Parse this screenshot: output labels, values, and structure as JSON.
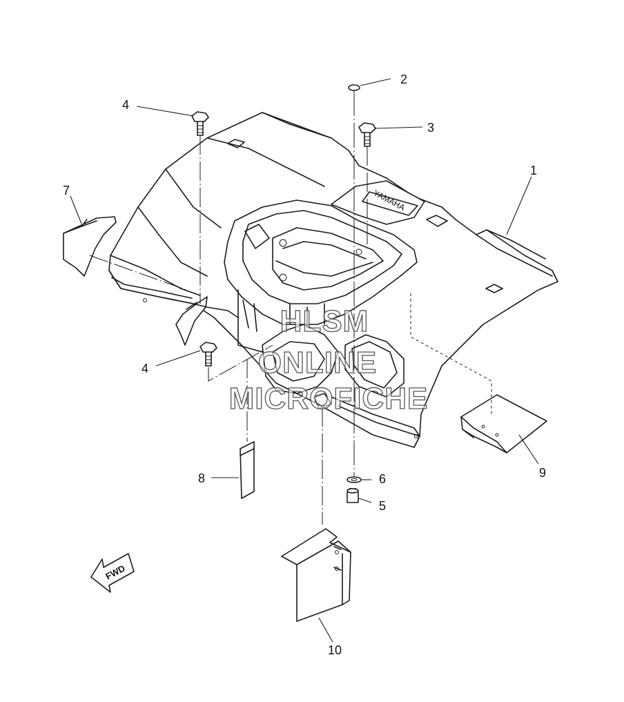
{
  "diagram": {
    "parts": [
      {
        "id": "1",
        "label": "1"
      },
      {
        "id": "2",
        "label": "2"
      },
      {
        "id": "3",
        "label": "3"
      },
      {
        "id": "4a",
        "label": "4"
      },
      {
        "id": "4b",
        "label": "4"
      },
      {
        "id": "5",
        "label": "5"
      },
      {
        "id": "6",
        "label": "6"
      },
      {
        "id": "7",
        "label": "7"
      },
      {
        "id": "8",
        "label": "8"
      },
      {
        "id": "9",
        "label": "9"
      },
      {
        "id": "10",
        "label": "10"
      }
    ],
    "brand_text": "YAMAHA",
    "direction_text": "FWD",
    "watermark": [
      "HLSM",
      "ONLINE",
      "MICROFICHE"
    ]
  }
}
